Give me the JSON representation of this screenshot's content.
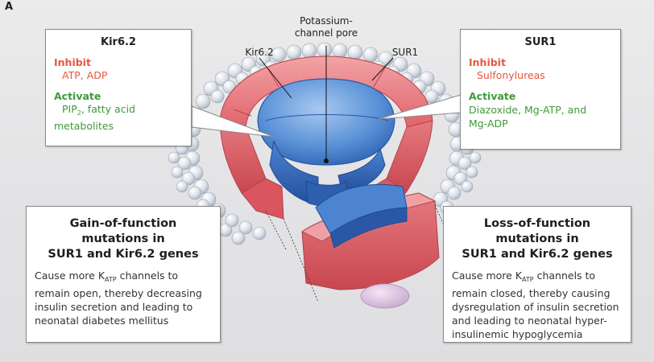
{
  "panel_label": "A",
  "labels": {
    "pore_line1": "Potassium-",
    "pore_line2": "channel pore",
    "kir_label": "Kir6.2",
    "sur_label": "SUR1"
  },
  "kir_box": {
    "title": "Kir6.2",
    "inhibit_heading": "Inhibit",
    "inhibit_text": "ATP, ADP",
    "activate_heading": "Activate",
    "activate_pre": "PIP",
    "activate_sub": "2",
    "activate_post": ", fatty acid",
    "activate_line2": "metabolites"
  },
  "sur_box": {
    "title": "SUR1",
    "inhibit_heading": "Inhibit",
    "inhibit_text": "Sulfonylureas",
    "activate_heading": "Activate",
    "activate_line1": "Diazoxide, Mg-ATP, and",
    "activate_line2": "Mg-ADP"
  },
  "gain_box": {
    "title_line1": "Gain-of-function mutations in",
    "title_line2": "SUR1 and Kir6.2 genes",
    "body_pre": "Cause more K",
    "body_sub": "ATP",
    "body_post": " channels to",
    "body_line2": "remain open, thereby decreasing",
    "body_line3": "insulin secretion and leading to",
    "body_line4": "neonatal diabetes mellitus"
  },
  "loss_box": {
    "title_line1": "Loss-of-function mutations in",
    "title_line2": "SUR1 and Kir6.2 genes",
    "body_pre": "Cause more K",
    "body_sub": "ATP",
    "body_post": " channels to",
    "body_line2": "remain closed, thereby causing",
    "body_line3": "dysregulation of insulin secretion",
    "body_line4": "and leading to neonatal hyper-",
    "body_line5": "insulinemic hypoglycemia"
  },
  "colors": {
    "inhibit": "#e8563f",
    "activate": "#3f9a3a",
    "sur1_red": "#e2646b",
    "kir_blue": "#4a86d4",
    "membrane": "#cfd6de"
  }
}
